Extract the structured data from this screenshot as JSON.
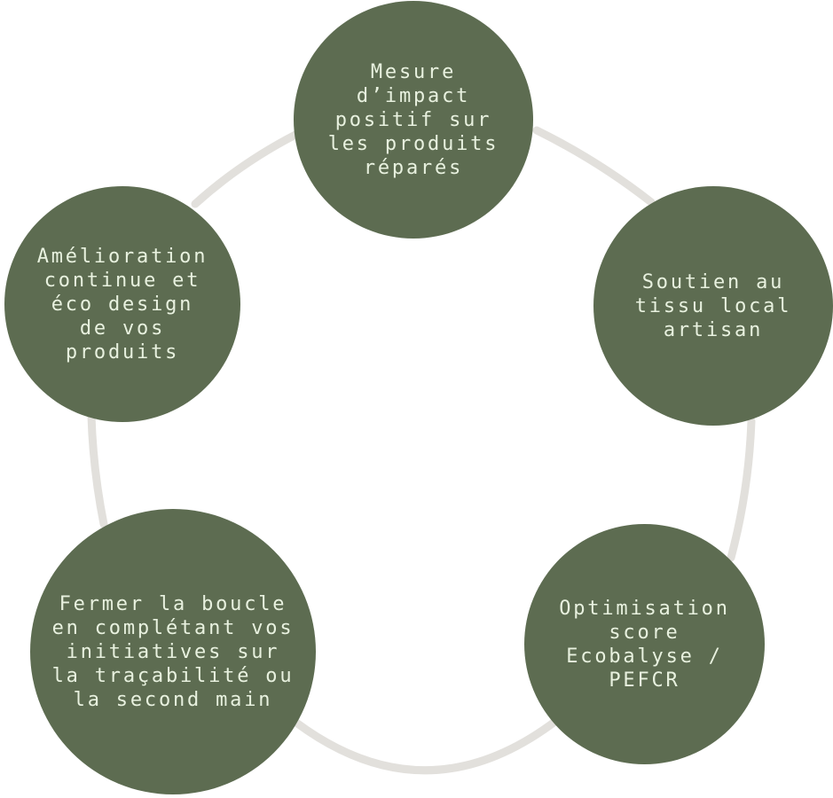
{
  "diagram": {
    "type": "circular-process",
    "colors": {
      "background": "#ffffff",
      "circle": "#5d6c51",
      "text": "#e8f1df",
      "connector": "#e2e0dc"
    },
    "nodes": [
      {
        "id": "mesure-impact",
        "position": "top",
        "label": "Mesure\nd’impact\npositif sur\nles produits\nréparés"
      },
      {
        "id": "soutien-tissu-local",
        "position": "right",
        "label": "Soutien au\ntissu local\nartisan"
      },
      {
        "id": "optimisation-score",
        "position": "bottom-right",
        "label": "Optimisation\nscore\nEcobalyse /\nPEFCR"
      },
      {
        "id": "fermer-la-boucle",
        "position": "bottom-left",
        "label": "Fermer la boucle\nen complétant vos\ninitiatives sur\nla traçabilité ou\nla second main"
      },
      {
        "id": "amelioration-continue",
        "position": "left",
        "label": "Amélioration\ncontinue et\néco design\nde vos\nproduits"
      }
    ],
    "connections": [
      {
        "from": "amelioration-continue",
        "to": "mesure-impact"
      },
      {
        "from": "mesure-impact",
        "to": "soutien-tissu-local"
      },
      {
        "from": "soutien-tissu-local",
        "to": "optimisation-score"
      },
      {
        "from": "optimisation-score",
        "to": "fermer-la-boucle"
      },
      {
        "from": "fermer-la-boucle",
        "to": "amelioration-continue"
      }
    ]
  }
}
